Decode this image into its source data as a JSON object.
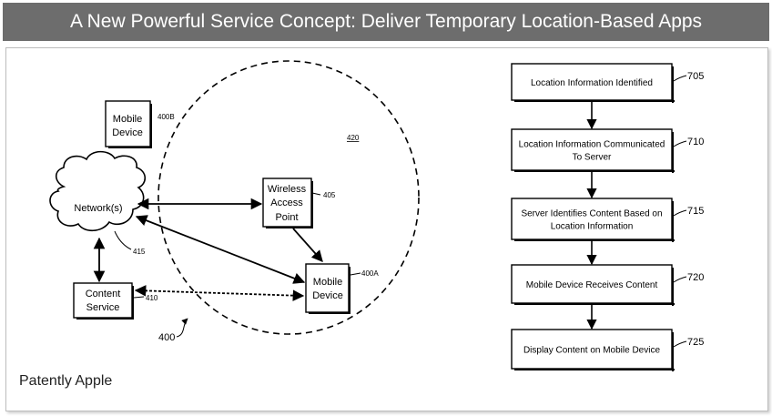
{
  "title": "A New Powerful Service Concept: Deliver Temporary Location-Based Apps",
  "credit": "Patently Apple",
  "diagram": {
    "mobile_device_top": {
      "lines": [
        "Mobile",
        "Device"
      ],
      "ref": "400B"
    },
    "network": {
      "label": "Network(s)",
      "ref": "415"
    },
    "wireless_access_point": {
      "lines": [
        "Wireless",
        "Access",
        "Point"
      ],
      "ref": "405"
    },
    "mobile_device_main": {
      "lines": [
        "Mobile",
        "Device"
      ],
      "ref": "400A"
    },
    "content_service": {
      "lines": [
        "Content",
        "Service"
      ],
      "ref": "410"
    },
    "region_ref": "420",
    "system_ref": "400"
  },
  "flowchart": {
    "steps": [
      {
        "lines": [
          "Location Information Identified"
        ],
        "ref": "705"
      },
      {
        "lines": [
          "Location Information Communicated",
          "To Server"
        ],
        "ref": "710"
      },
      {
        "lines": [
          "Server Identifies Content Based on",
          "Location Information"
        ],
        "ref": "715"
      },
      {
        "lines": [
          "Mobile Device Receives Content"
        ],
        "ref": "720"
      },
      {
        "lines": [
          "Display Content on Mobile Device"
        ],
        "ref": "725"
      }
    ]
  }
}
